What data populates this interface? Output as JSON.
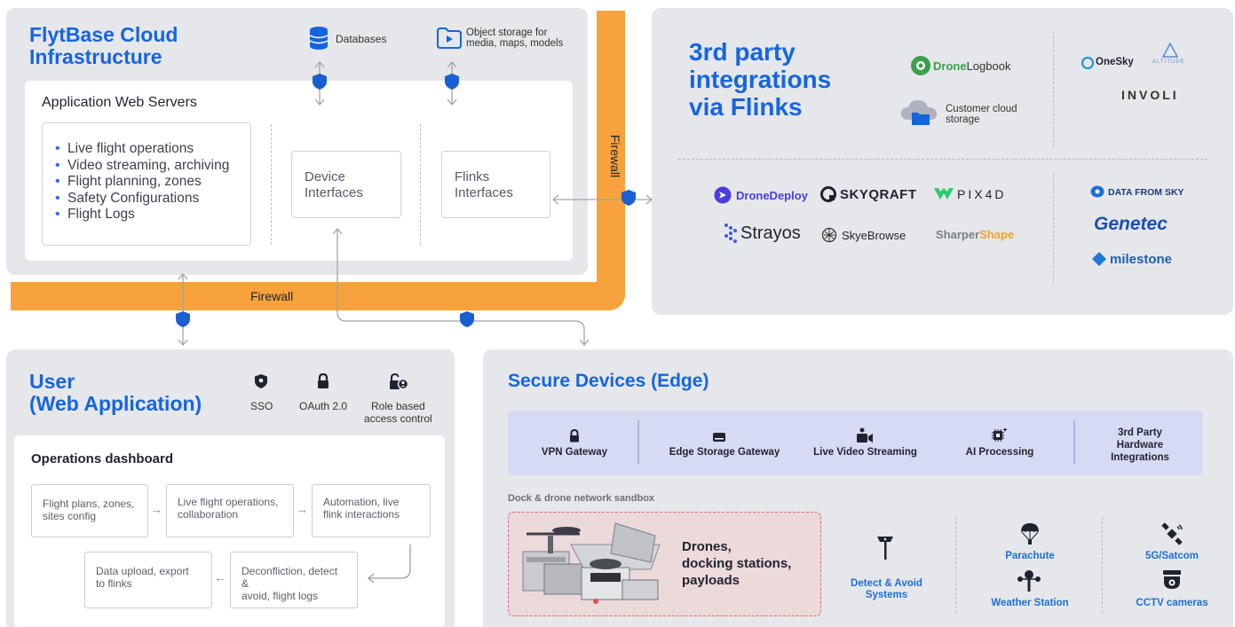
{
  "cloud": {
    "title_line1": "FlytBase Cloud",
    "title_line2": "Infrastructure",
    "databases_label": "Databases",
    "object_storage_line1": "Object storage for",
    "object_storage_line2": "media, maps, models",
    "app_servers_label": "Application Web Servers",
    "features": [
      "Live flight operations",
      "Video streaming, archiving",
      "Flight planning, zones",
      "Safety Configurations",
      "Flight Logs"
    ],
    "device_interfaces_line1": "Device",
    "device_interfaces_line2": "Interfaces",
    "flinks_interfaces_line1": "Flinks",
    "flinks_interfaces_line2": "Interfaces"
  },
  "firewall": {
    "horizontal_label": "Firewall",
    "vertical_label": "Firewall"
  },
  "integrations": {
    "title_line1": "3rd party",
    "title_line2": "integrations",
    "title_line3": "via Flinks",
    "dronelogbook_a": "Drone",
    "dronelogbook_b": "Logbook",
    "customer_cloud_line1": "Customer cloud",
    "customer_cloud_line2": "storage",
    "onesky": "OneSky",
    "altitude": "ALTITUDE",
    "involi": "INVOLI",
    "dronedeploy": "DroneDeploy",
    "skyqraft": "SKYQRAFT",
    "pix4d": "PIX4D",
    "strayos": "Strayos",
    "skyebrowse": "SkyeBrowse",
    "sharper_a": "Sharper",
    "sharper_b": "Shape",
    "data_from_sky": "DATA FROM SKY",
    "genetec": "Genetec",
    "milestone": "milestone"
  },
  "user": {
    "title_line1": "User",
    "title_line2": "(Web Application)",
    "sso": "SSO",
    "oauth": "OAuth 2.0",
    "rbac_line1": "Role based",
    "rbac_line2": "access control",
    "dashboard_title": "Operations dashboard",
    "flow1_line1": "Flight plans, zones,",
    "flow1_line2": "sites config",
    "flow2_line1": "Live flight operations,",
    "flow2_line2": "collaboration",
    "flow3_line1": "Automation, live",
    "flow3_line2": "flink interactions",
    "flow4_line1": "Deconfliction, detect &",
    "flow4_line2": "avoid, flight logs",
    "flow5_line1": "Data upload, export",
    "flow5_line2": "to flinks"
  },
  "edge": {
    "title": "Secure Devices (Edge)",
    "vpn": "VPN Gateway",
    "edge_storage": "Edge Storage Gateway",
    "live_video": "Live Video Streaming",
    "ai": "AI Processing",
    "third_party_line1": "3rd Party",
    "third_party_line2": "Hardware",
    "third_party_line3": "Integrations",
    "sandbox_label": "Dock & drone network sandbox",
    "drones_line1": "Drones,",
    "drones_line2": "docking stations,",
    "drones_line3": "payloads",
    "detect_line1": "Detect & Avoid",
    "detect_line2": "Systems",
    "parachute": "Parachute",
    "weather": "Weather Station",
    "satcom": "5G/Satcom",
    "cctv": "CCTV cameras"
  },
  "colors": {
    "accent_blue": "#1565e0",
    "firewall_orange": "#f7a23c",
    "panel_gray": "#e6e7ea",
    "shield_blue": "#1a5fd0"
  }
}
